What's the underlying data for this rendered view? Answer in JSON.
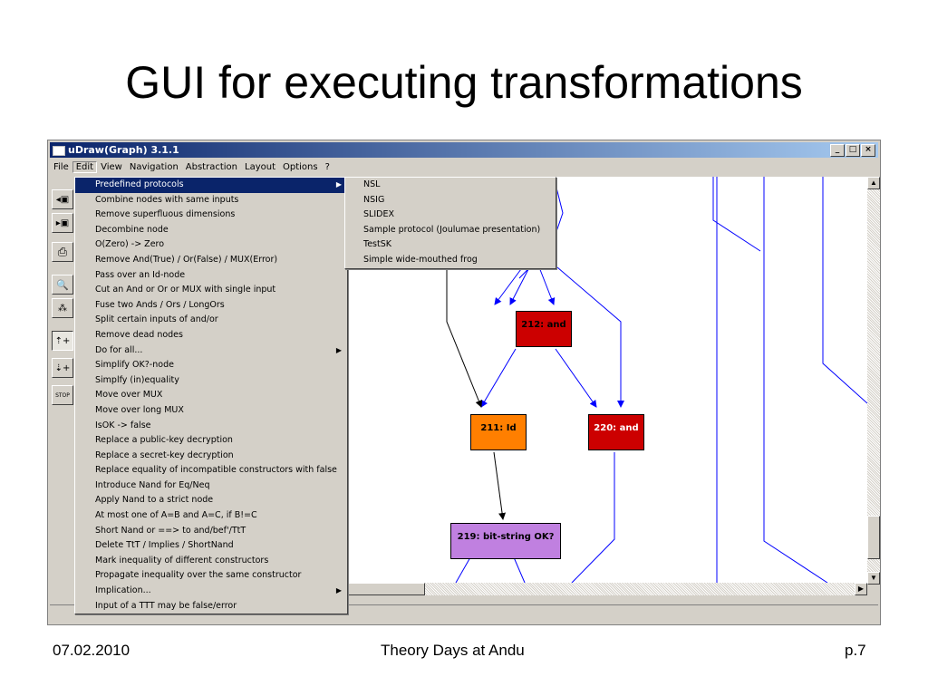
{
  "slide": {
    "title": "GUI for executing transformations"
  },
  "footer": {
    "date": "07.02.2010",
    "center": "Theory Days at Andu",
    "page": "p.7"
  },
  "window": {
    "title": "uDraw(Graph) 3.1.1",
    "controls": {
      "minimize": "_",
      "maximize": "□",
      "close": "×"
    },
    "menubar": [
      "File",
      "Edit",
      "View",
      "Navigation",
      "Abstraction",
      "Layout",
      "Options",
      "?"
    ],
    "active_menu": "Edit"
  },
  "toolbar": [
    {
      "icon": "load-icon",
      "glyph": "◂▣"
    },
    {
      "icon": "save-icon",
      "glyph": "▸▣"
    },
    {
      "icon": "print-icon",
      "glyph": "⎙"
    },
    {
      "icon": "zoom-icon",
      "glyph": "🔍"
    },
    {
      "icon": "layout-icon",
      "glyph": "⁂"
    },
    {
      "icon": "step-icon",
      "glyph": "⇡+"
    },
    {
      "icon": "step-down-icon",
      "glyph": "⇣+"
    },
    {
      "icon": "stop-icon",
      "glyph": "STOP"
    }
  ],
  "edit_menu": [
    {
      "label": "Predefined protocols",
      "submenu": true,
      "highlighted": true
    },
    {
      "label": "Combine nodes with same inputs"
    },
    {
      "label": "Remove superfluous dimensions"
    },
    {
      "label": "Decombine node"
    },
    {
      "label": "O(Zero) -> Zero"
    },
    {
      "label": "Remove And(True) / Or(False) / MUX(Error)"
    },
    {
      "label": "Pass over an Id-node"
    },
    {
      "label": "Cut an And or Or or MUX with single input"
    },
    {
      "label": "Fuse two Ands / Ors / LongOrs"
    },
    {
      "label": "Split certain inputs of and/or"
    },
    {
      "label": "Remove dead nodes"
    },
    {
      "label": "Do for all...",
      "submenu": true
    },
    {
      "label": "Simplify OK?-node"
    },
    {
      "label": "Simplfy (in)equality"
    },
    {
      "label": "Move over MUX"
    },
    {
      "label": "Move over long MUX"
    },
    {
      "label": "IsOK -> false"
    },
    {
      "label": "Replace a public-key decryption"
    },
    {
      "label": "Replace a secret-key decryption"
    },
    {
      "label": "Replace equality of incompatible constructors with false"
    },
    {
      "label": "Introduce Nand for Eq/Neq"
    },
    {
      "label": "Apply Nand to a strict node"
    },
    {
      "label": "At most one of A=B and A=C, if B!=C"
    },
    {
      "label": "Short Nand or ==> to and/bef'/TtT"
    },
    {
      "label": "Delete TtT / Implies / ShortNand"
    },
    {
      "label": "Mark inequality of different constructors"
    },
    {
      "label": "Propagate inequality over the same constructor"
    },
    {
      "label": "Implication...",
      "submenu": true
    },
    {
      "label": "Input of a TTT may be false/error"
    }
  ],
  "protocols_submenu": [
    "NSL",
    "NSIG",
    "SLIDEX",
    "Sample protocol (Joulumae presentation)",
    "TestSK",
    "Simple wide-mouthed frog"
  ],
  "graph": {
    "nodes": [
      {
        "id": "node-212",
        "label": "212: and",
        "color": "#cc0000",
        "text_color": "#000000"
      },
      {
        "id": "node-211",
        "label": "211: Id",
        "color": "#ff7f00",
        "text_color": "#000000"
      },
      {
        "id": "node-220",
        "label": "220: and",
        "color": "#cc0000",
        "text_color": "#ffffff"
      },
      {
        "id": "node-219",
        "label": "219: bit-string OK?",
        "color": "#c080e0",
        "text_color": "#000000"
      }
    ]
  },
  "colors": {
    "edge_blue": "#0000ff",
    "edge_black": "#000000",
    "selection": "#0a246a",
    "face": "#d4d0c8"
  }
}
